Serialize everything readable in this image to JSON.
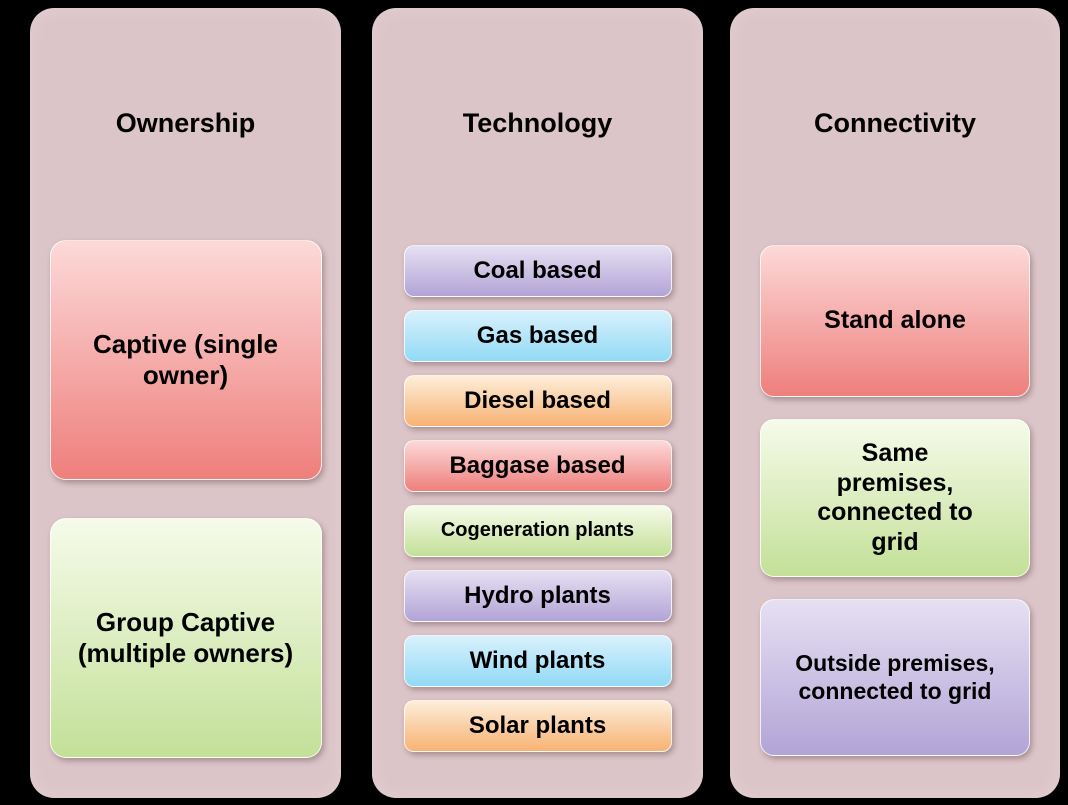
{
  "columns": [
    {
      "title": "Ownership",
      "items": [
        {
          "label": "Captive (single owner)",
          "color": "pink"
        },
        {
          "label": "Group Captive (multiple owners)",
          "color": "green"
        }
      ]
    },
    {
      "title": "Technology",
      "items": [
        {
          "label": "Coal based",
          "color": "purple"
        },
        {
          "label": "Gas based",
          "color": "blue"
        },
        {
          "label": "Diesel based",
          "color": "orange"
        },
        {
          "label": "Baggase based",
          "color": "pink"
        },
        {
          "label": "Cogeneration plants",
          "color": "green"
        },
        {
          "label": "Hydro plants",
          "color": "purple"
        },
        {
          "label": "Wind plants",
          "color": "blue"
        },
        {
          "label": "Solar plants",
          "color": "orange"
        }
      ]
    },
    {
      "title": "Connectivity",
      "items": [
        {
          "label": "Stand alone",
          "color": "pink"
        },
        {
          "label": "Same premises, connected to grid",
          "color": "green"
        },
        {
          "label": "Outside premises, connected to grid",
          "color": "purple"
        }
      ]
    }
  ],
  "palette": {
    "background": "#000000",
    "panel": "#dcc5c9",
    "pink_top": "#fcd9d8",
    "pink_bottom": "#ee7f7c",
    "green_top": "#f6fbea",
    "green_bottom": "#c3e098",
    "purple_top": "#e6e0f3",
    "purple_bottom": "#b2a4d6",
    "blue_top": "#d9f1fc",
    "blue_bottom": "#92daf6",
    "orange_top": "#fdeeda",
    "orange_bottom": "#f7b273",
    "text": "#000000"
  }
}
